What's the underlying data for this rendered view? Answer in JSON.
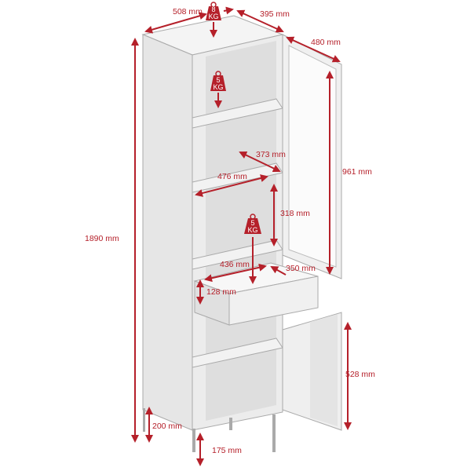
{
  "colors": {
    "accent": "#b5202a",
    "panel": "#e9e9e9",
    "panel_dark": "#cfcfcf",
    "edge": "#9a9a9a"
  },
  "dimensions": {
    "top_width": "508 mm",
    "top_depth": "395 mm",
    "door_top_width": "480 mm",
    "total_height": "1890 mm",
    "glass_door_height": "961 mm",
    "shelf_depth": "373 mm",
    "shelf_width": "476 mm",
    "shelf_spacing": "318 mm",
    "drawer_width": "436 mm",
    "drawer_depth": "350 mm",
    "drawer_height": "128 mm",
    "lower_door_height": "528 mm",
    "base_height": "200 mm",
    "leg_height": "175 mm"
  },
  "weights": {
    "top": {
      "value": "8",
      "unit": "KG"
    },
    "shelf": {
      "value": "5",
      "unit": "KG"
    },
    "drawer": {
      "value": "5",
      "unit": "KG"
    }
  }
}
